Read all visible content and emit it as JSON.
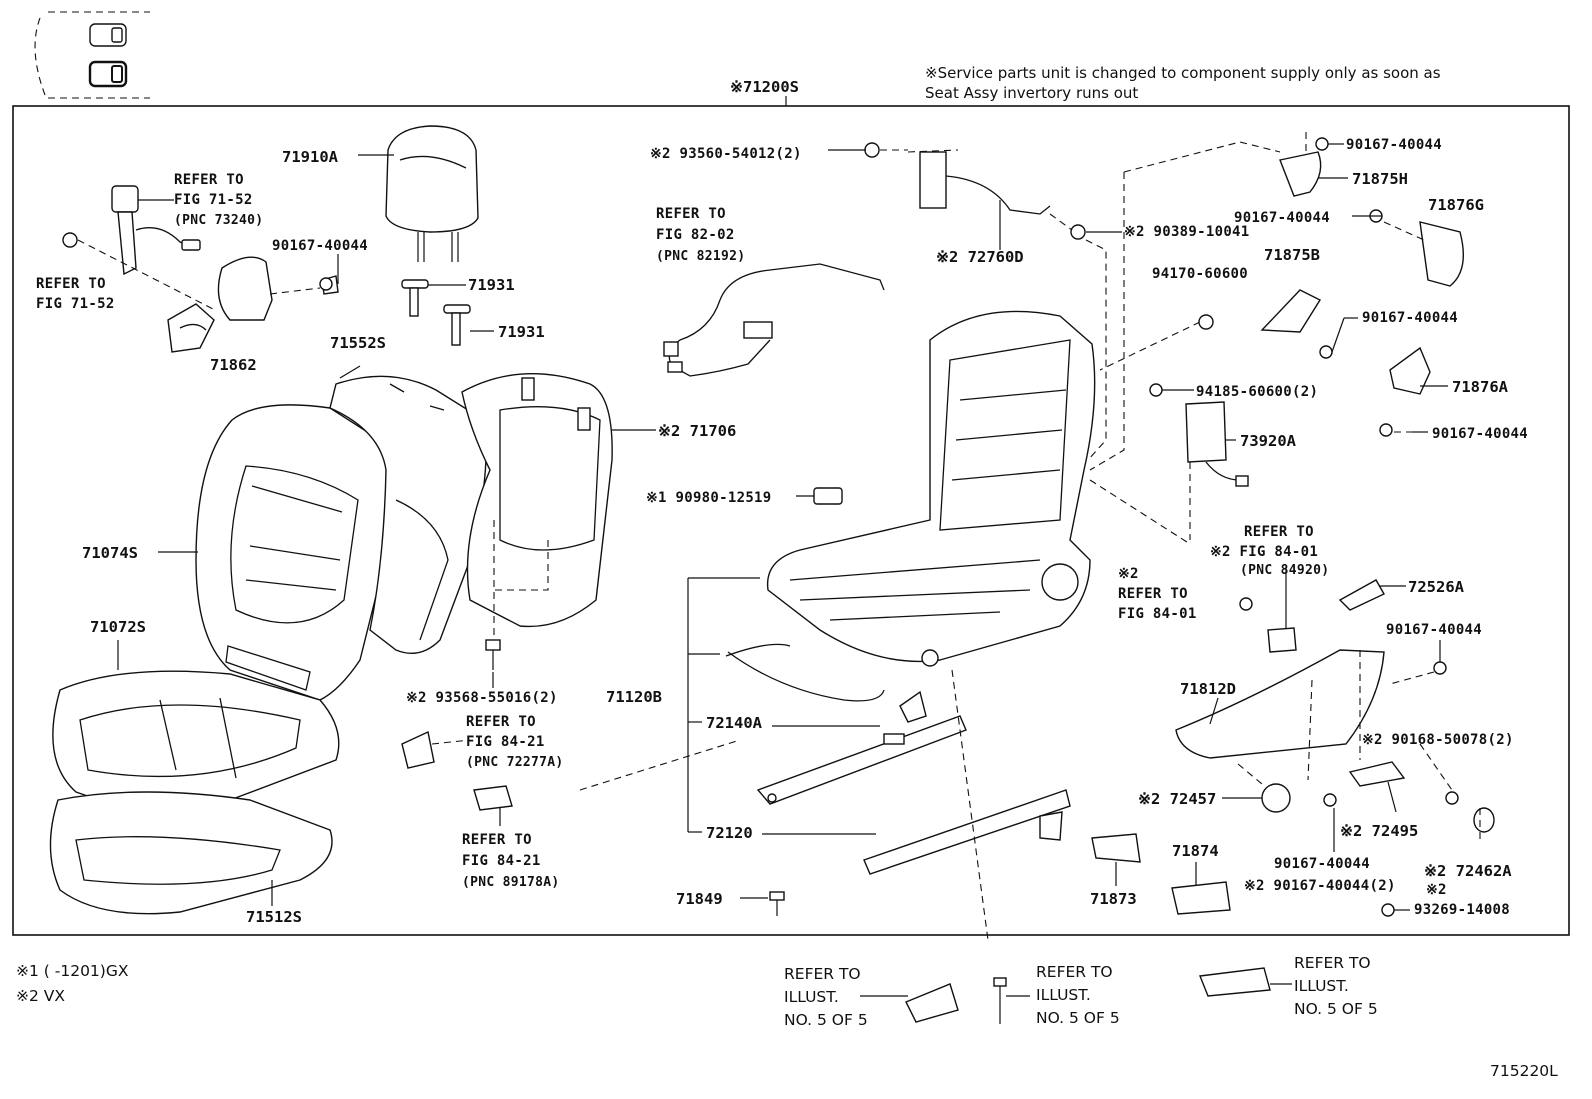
{
  "header": {
    "main_code": "※71200S",
    "note_line1": "※Service parts unit is changed to component supply only as soon as",
    "note_line2": "Seat Assy invertory runs out"
  },
  "parts": {
    "p71910A": "71910A",
    "p71931a": "71931",
    "p71931b": "71931",
    "p71862": "71862",
    "p71552S": "71552S",
    "p71706": "※2 71706",
    "p71074S": "71074S",
    "p71072S": "71072S",
    "p71512S": "71512S",
    "p90167_l": "90167-40044",
    "p93560": "※2 93560-54012(2)",
    "p72760D": "※2 72760D",
    "p90389": "※2 90389-10041",
    "p90980": "※1 90980-12519",
    "p93568": "※2 93568-55016(2)",
    "p71120B": "71120B",
    "p72140A": "72140A",
    "p72120": "72120",
    "p71849": "71849",
    "p90167_r1": "90167-40044",
    "p71875H": "71875H",
    "p90167_r2": "90167-40044",
    "p71876G": "71876G",
    "p71875B": "71875B",
    "p94170": "94170-60600",
    "p90167_r3": "90167-40044",
    "p94185": "94185-60600(2)",
    "p71876A": "71876A",
    "p73920A": "73920A",
    "p90167_r4": "90167-40044",
    "p72526A": "72526A",
    "p90167_r5": "90167-40044",
    "p71812D": "71812D",
    "p90168": "※2 90168-50078(2)",
    "p72457": "※2 72457",
    "p72495": "※2 72495",
    "p90167_r6": "90167-40044",
    "p90167_r7": "※2 90167-40044(2)",
    "p72462A": "※2 72462A",
    "p93269_mark": "※2",
    "p93269": "93269-14008",
    "p71873": "71873",
    "p71874": "71874"
  },
  "refs": {
    "fig7152_a": [
      "REFER TO",
      "FIG 71-52",
      "(PNC 73240)"
    ],
    "fig7152_b": [
      "REFER TO",
      "FIG 71-52"
    ],
    "fig8202": [
      "REFER TO",
      "FIG 82-02",
      "(PNC 82192)"
    ],
    "fig8421_a": [
      "REFER TO",
      "FIG 84-21",
      "(PNC 72277A)"
    ],
    "fig8421_b": [
      "REFER TO",
      "FIG 84-21",
      "(PNC 89178A)"
    ],
    "fig8401_a": [
      "REFER TO",
      "※2 FIG 84-01",
      "(PNC 84920)"
    ],
    "fig8401_b": [
      "※2",
      "REFER TO",
      "FIG 84-01"
    ],
    "illust_1": [
      "REFER TO",
      "ILLUST.",
      "NO. 5 OF 5"
    ],
    "illust_2": [
      "REFER TO",
      "ILLUST.",
      "NO. 5 OF 5"
    ],
    "illust_3": [
      "REFER TO",
      "ILLUST.",
      "NO. 5 OF 5"
    ]
  },
  "footnotes": {
    "fn1": "※1 (      -1201)GX",
    "fn2": "※2 VX"
  },
  "diagram_code": "715220L"
}
